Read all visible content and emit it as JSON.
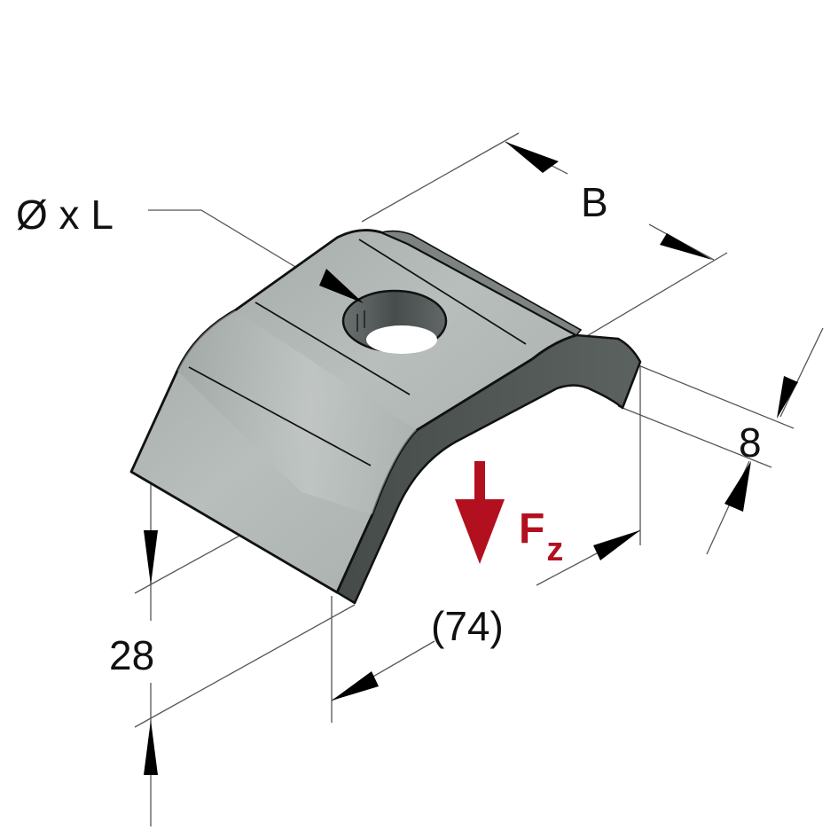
{
  "diagram": {
    "subject": "bent channel clamp plate with hole",
    "labels": {
      "hole_spec": "Ø x L",
      "width": "B",
      "thickness": "8",
      "height": "28",
      "length": "(74)",
      "force_main": "F",
      "force_sub": "z"
    },
    "colors": {
      "background": "#ffffff",
      "surface_light": "#b9bfbd",
      "surface_mid": "#a2a9a7",
      "surface_dark": "#4f5553",
      "edge": "#111111",
      "dimension_line": "#555555",
      "force_arrow": "#b3101f"
    }
  }
}
